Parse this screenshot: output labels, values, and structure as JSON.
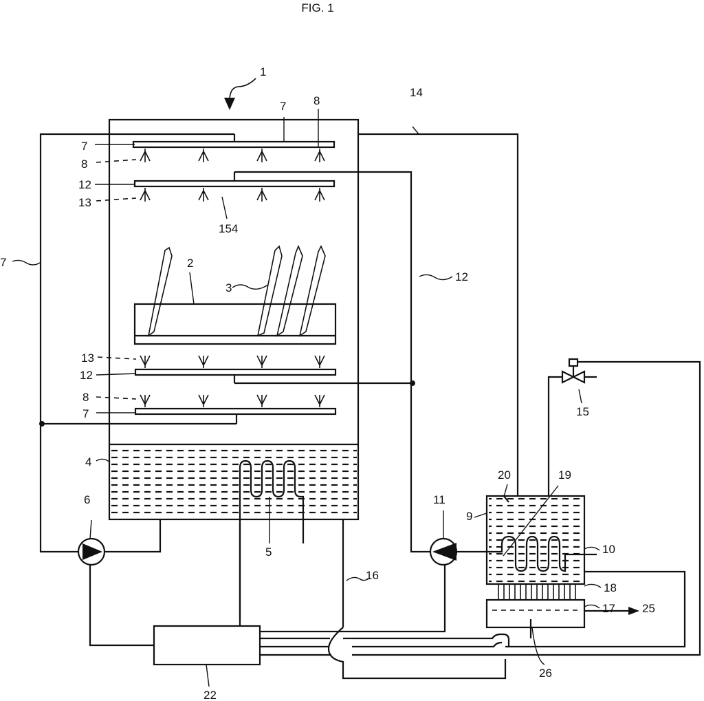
{
  "figure": {
    "title": "FIG. 1"
  },
  "labels": {
    "l1": "1",
    "l2": "2",
    "l3": "3",
    "l4": "4",
    "l5": "5",
    "l6": "6",
    "l7a": "7",
    "l7b": "7",
    "l7c": "7",
    "l7d": "7",
    "l8a": "8",
    "l8b": "8",
    "l8c": "8",
    "l9": "9",
    "l10": "10",
    "l11": "11",
    "l12a": "12",
    "l12b": "12",
    "l12c": "12",
    "l13a": "13",
    "l13b": "13",
    "l14": "14",
    "l15": "15",
    "l16": "16",
    "l17": "17",
    "l18": "18",
    "l19": "19",
    "l20": "20",
    "l22": "22",
    "l25": "25",
    "l26": "26",
    "l154": "154"
  }
}
